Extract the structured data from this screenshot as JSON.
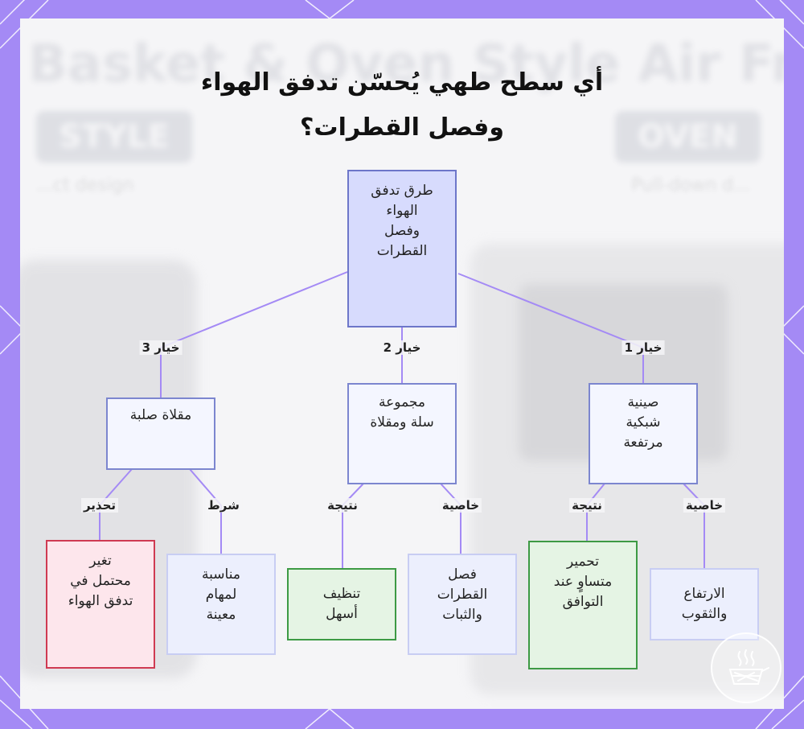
{
  "title_lines": [
    "أي سطح طهي يُحسّن تدفق الهواء",
    "وفصل القطرات؟"
  ],
  "background": {
    "headline": "Basket & Oven Style Air Fryers",
    "tag_left": "STYLE",
    "tag_right": "OVEN",
    "sub_left": "...ct design",
    "sub_right": "Pull-down d..."
  },
  "root": {
    "lines": [
      "طرق تدفق",
      "الهواء",
      "وفصل",
      "القطرات"
    ]
  },
  "options": [
    {
      "id": "opt1",
      "label": "خيار 1",
      "lines": [
        "صينية",
        "شبكية",
        "مرتفعة"
      ]
    },
    {
      "id": "opt2",
      "label": "خيار 2",
      "lines": [
        "مجموعة",
        "سلة ومقلاة"
      ]
    },
    {
      "id": "opt3",
      "label": "خيار 3",
      "lines": [
        "مقلاة صلبة"
      ]
    }
  ],
  "leaves": [
    {
      "id": "leaf1a",
      "label": "خاصية",
      "kind": "info",
      "lines": [
        "الارتفاع",
        "والثقوب"
      ]
    },
    {
      "id": "leaf1b",
      "label": "نتيجة",
      "kind": "good",
      "lines": [
        "تحمير",
        "متساوٍ عند",
        "التوافق"
      ]
    },
    {
      "id": "leaf2a",
      "label": "خاصية",
      "kind": "info",
      "lines": [
        "فصل",
        "القطرات",
        "والثبات"
      ]
    },
    {
      "id": "leaf2b",
      "label": "نتيجة",
      "kind": "good",
      "lines": [
        "تنظيف",
        "أسهل"
      ]
    },
    {
      "id": "leaf3a",
      "label": "شرط",
      "kind": "info",
      "lines": [
        "مناسبة",
        "لمهام",
        "معينة"
      ]
    },
    {
      "id": "leaf3b",
      "label": "تحذير",
      "kind": "warn",
      "lines": [
        "تغير",
        "محتمل في",
        "تدفق الهواء"
      ]
    }
  ],
  "colors": {
    "frame": "#a48af5",
    "connector": "#a48af5",
    "root_fill": "#d7dbfd",
    "result_border": "#3d9a44",
    "warning_border": "#cf3a52"
  },
  "icons": {
    "corner_logo": "air-fryer-basket-icon"
  }
}
